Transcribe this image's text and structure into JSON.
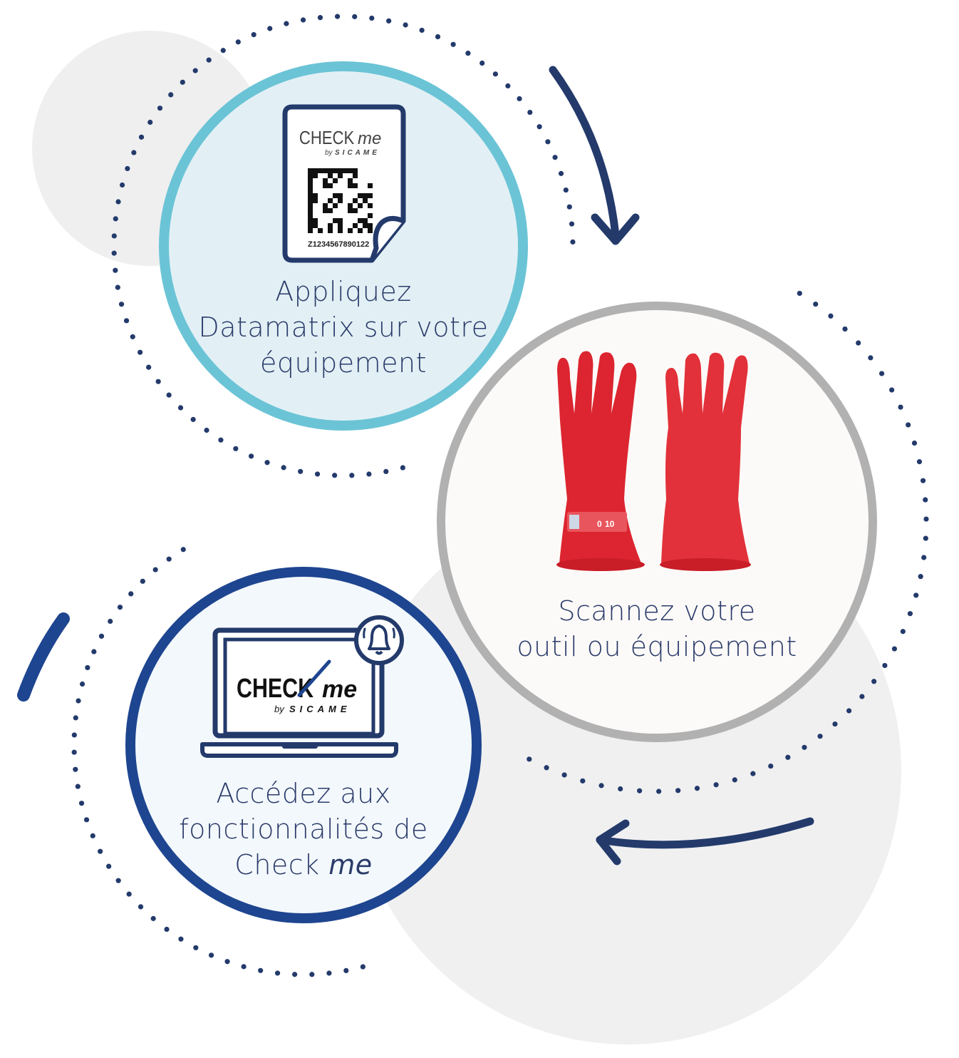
{
  "steps": [
    {
      "lines": [
        "Appliquez",
        "Datamatrix sur votre",
        "équipement"
      ]
    },
    {
      "lines": [
        "Scannez votre",
        "outil ou équipement"
      ]
    },
    {
      "lines": [
        "Accédez aux",
        "fonctionnalités de"
      ],
      "last_prefix": "Check ",
      "last_italic": "me"
    }
  ],
  "tag": {
    "brand": "CHECK",
    "brand_me": "me",
    "by": "by",
    "company": "SICAME",
    "code": "Z1234567890122"
  },
  "glove_label": {
    "class": "0",
    "size": "10"
  },
  "laptop": {
    "brand": "CHECK",
    "brand_me": "me",
    "by": "by",
    "company": "SICAME",
    "icon": "bell-icon"
  },
  "colors": {
    "navy": "#233a6b",
    "teal": "#6bc4d6",
    "blue": "#1e4590",
    "gray": "#b2b1b2",
    "red": "#e02a34"
  }
}
